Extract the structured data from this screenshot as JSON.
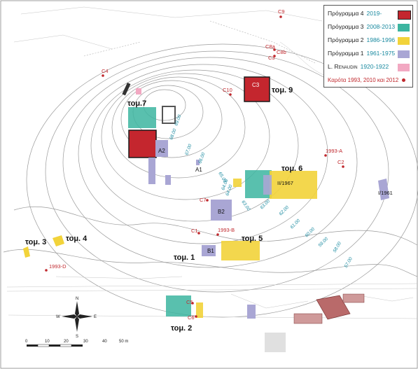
{
  "legend": {
    "items": [
      {
        "label": "Πρόγραμμα 4",
        "years": "2019-",
        "color": "#c4262e"
      },
      {
        "label": "Πρόγραμμα 3",
        "years": "2008-2013",
        "color": "#3cb5a0"
      },
      {
        "label": "Πρόγραμμα 2",
        "years": "1986-1996",
        "color": "#f2d33a"
      },
      {
        "label": "Πρόγραμμα 1",
        "years": "1961-1975",
        "color": "#a9a6d4"
      },
      {
        "label": "L. Renaudin",
        "years": "1920-1922",
        "color": "#f2a8c2"
      }
    ],
    "cores_label": "Καρότα 1993, 2010 και 2012",
    "cores_color": "#c0282d"
  },
  "sectors": {
    "t9": "τομ. 9",
    "t7": "τομ.7",
    "t6": "τομ. 6",
    "t5": "τομ. 5",
    "t4": "τομ. 4",
    "t3": "τομ. 3",
    "t1": "τομ. 1",
    "t2": "τομ. 2"
  },
  "areas": {
    "C3": "C3",
    "A2": "A2",
    "A1": "A1",
    "B2": "B2",
    "B1": "B1",
    "II1967": "II/1967",
    "I1961": "I/1961"
  },
  "cores": {
    "C9": "C9",
    "C8a": "C8a",
    "C8b": "C8b",
    "C3": "C3",
    "C4": "C4",
    "C10": "C10",
    "A1993": "1993-A",
    "C2": "C2",
    "C7": "C7",
    "C1": "C1",
    "B1993": "1993-B",
    "D1993": "1993-D",
    "C5": "C5",
    "C6": "C6"
  },
  "contours": {
    "c1": "69.00",
    "c2": "68.00",
    "c3": "67.00",
    "c4": "66.00",
    "c5": "65.00",
    "c6": "64.00",
    "c7": "63.00",
    "c8": "62.00",
    "c9": "61.00",
    "c10": "60.00",
    "c11": "59.00",
    "c12": "58.00",
    "c13": "57.00",
    "c14": "64.00",
    "c15": "63.00"
  },
  "compass": {
    "n": "N",
    "s": "S",
    "e": "E",
    "w": "W"
  },
  "scale": {
    "t0": "0",
    "t10": "10",
    "t20": "20",
    "t30": "30",
    "t40": "40",
    "t50": "50 m"
  }
}
